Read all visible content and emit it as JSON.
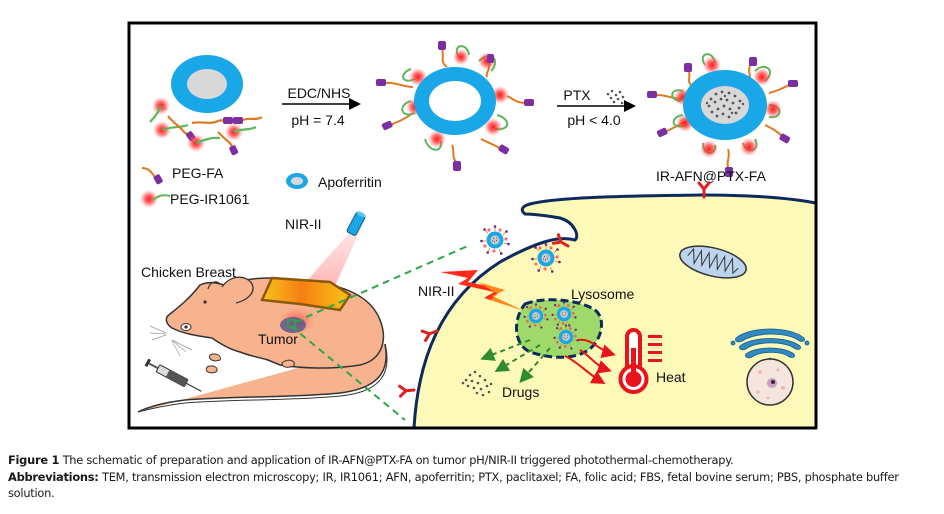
{
  "figure": {
    "labels": {
      "step1_reagent": "EDC/NHS",
      "step1_condition": "pH = 7.4",
      "step2_reagent": "PTX",
      "step2_condition": "pH < 4.0",
      "legend_peg_fa": "PEG-FA",
      "legend_peg_ir": "PEG-IR1061",
      "legend_apoferritin": "Apoferritin",
      "product": "IR-AFN@PTX-FA",
      "nir_laser": "NIR-II",
      "chicken_breast": "Chicken Breast",
      "tumor": "Tumor",
      "nir_cell": "NIR-II",
      "lysosome": "Lysosome",
      "drugs": "Drugs",
      "heat": "Heat"
    },
    "colors": {
      "apoferritin_shell": "#1aa7e8",
      "apoferritin_core": "#d8d8d8",
      "peg_fa_chain": "#e07a1f",
      "folate_head": "#7b2fa0",
      "peg_ir_chain": "#5cb85c",
      "ir_dye_glow": "#ff2a2a",
      "cell_cytoplasm": "#fdf9b8",
      "cell_membrane": "#0d2a5c",
      "lysosome_fill": "#9fd96a",
      "receptor": "#e02020",
      "mouse_body": "#f7b38e",
      "chicken_breast_fill": "#f5b21a",
      "dashed_guides": "#2ca84a",
      "heat_red": "#e8141b"
    }
  },
  "caption": {
    "figure_label": "Figure 1",
    "figure_text": "The schematic of preparation and application of IR-AFN@PTX-FA on tumor pH/NIR-II triggered photothermal-chemotherapy.",
    "abbrev_label": "Abbreviations:",
    "abbrev_text": "TEM, transmission electron microscopy; IR, IR1061; AFN, apoferritin; PTX, paclitaxel; FA, folic acid; FBS, fetal bovine serum; PBS, phosphate buffer solution."
  }
}
